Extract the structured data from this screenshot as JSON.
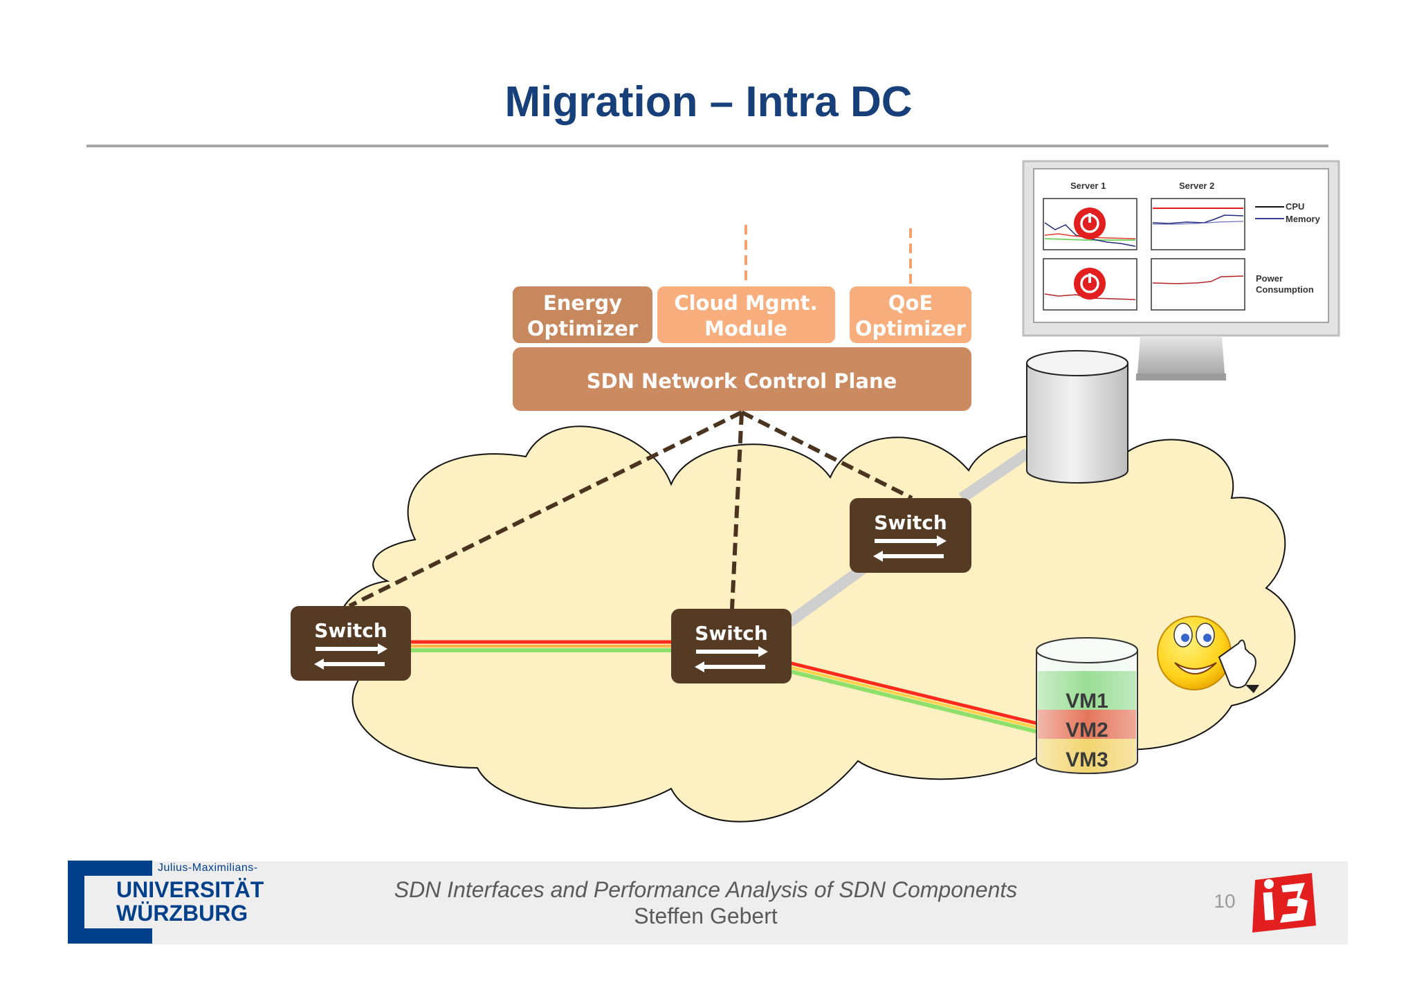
{
  "slide": {
    "title": "Migration – Intra DC"
  },
  "control": {
    "energy_line1": "Energy",
    "energy_line2": "Optimizer",
    "cloud_line1": "Cloud Mgmt.",
    "cloud_line2": "Module",
    "qoe_line1": "QoE",
    "qoe_line2": "Optimizer",
    "plane": "SDN Network Control Plane"
  },
  "switches": {
    "left": "Switch",
    "middle": "Switch",
    "right": "Switch"
  },
  "vms": {
    "vm1": "VM1",
    "vm2": "VM2",
    "vm3": "VM3"
  },
  "monitor": {
    "server1": "Server 1",
    "server2": "Server 2",
    "legend_cpu": "CPU",
    "legend_memory": "Memory",
    "power_line1": "Power",
    "power_line2": "Consumption"
  },
  "footer": {
    "line1": "SDN Interfaces and Performance Analysis of SDN Components",
    "line2": "Steffen Gebert",
    "page_number": "10",
    "uni_small": "Julius-Maximilians-",
    "uni_line1": "UNIVERSITÄT",
    "uni_line2": "WÜRZBURG"
  },
  "colors": {
    "title": "#17407a",
    "switch_bg": "#553a24",
    "energy_box": "#c8885e",
    "cloud_box": "#f7ae7c",
    "plane_box": "#cc8a60",
    "cloud_fill": "#fdf0c3",
    "red_link": "#ff2a1a",
    "green_link": "#8fe06a",
    "vm1": "#8fd98a",
    "vm2": "#e2674a",
    "vm3": "#f0d060"
  }
}
